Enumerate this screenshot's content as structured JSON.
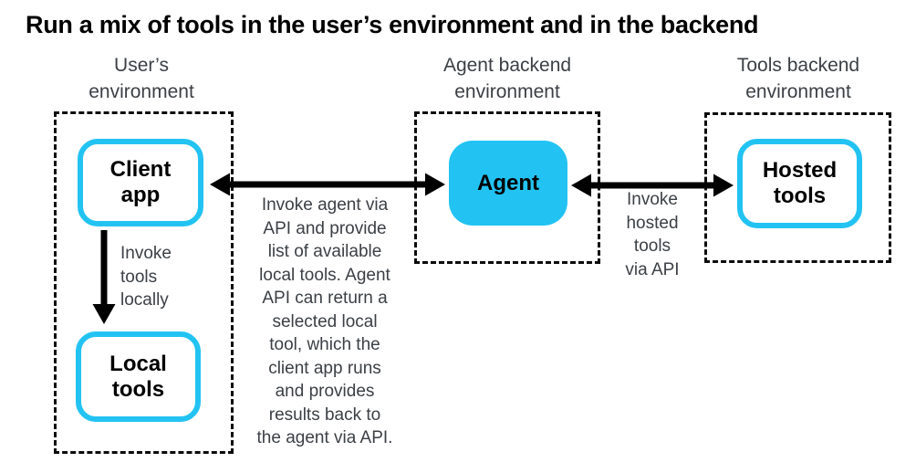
{
  "title": "Run a mix of tools in the user’s environment and in the backend",
  "colors": {
    "accent_cyan": "#22c3f2",
    "text_dark": "#3c4045",
    "line_black": "#0b0b0b"
  },
  "columns": [
    {
      "id": "user",
      "header": "User’s\nenvironment"
    },
    {
      "id": "agent_backend",
      "header": "Agent backend\nenvironment"
    },
    {
      "id": "tools_backend",
      "header": "Tools backend\nenvironment"
    }
  ],
  "nodes": {
    "client_app": "Client\napp",
    "local_tools": "Local\ntools",
    "agent": "Agent",
    "hosted_tools": "Hosted\ntools"
  },
  "annotations": {
    "invoke_locally": "Invoke\ntools\nlocally",
    "invoke_agent": "Invoke agent via\nAPI and provide\nlist of available\nlocal tools. Agent\nAPI can return a\nselected local\ntool, which the\nclient app runs\nand provides\nresults back to\nthe agent via API.",
    "invoke_hosted": "Invoke\nhosted\ntools\nvia API"
  }
}
